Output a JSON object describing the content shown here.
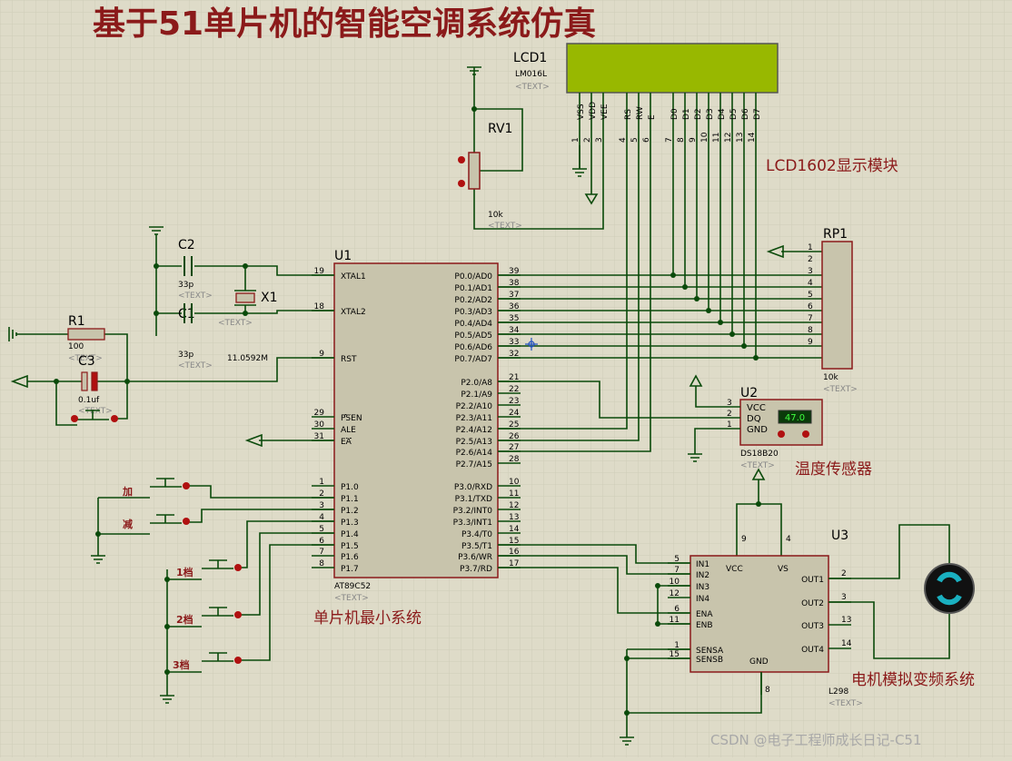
{
  "title": "基于51单片机的智能空调系统仿真",
  "section_labels": {
    "lcd": "LCD1602显示模块",
    "mcu": "单片机最小系统",
    "temp": "温度传感器",
    "motor": "电机模拟变频系统"
  },
  "watermark": "CSDN @电子工程师成长日记-C51",
  "text_placeholder": "<TEXT>",
  "lcd": {
    "ref": "LCD1",
    "model": "LM016L",
    "pins": [
      {
        "name": "VSS",
        "num": "1"
      },
      {
        "name": "VDD",
        "num": "2"
      },
      {
        "name": "VEE",
        "num": "3"
      },
      {
        "name": "RS",
        "num": "4"
      },
      {
        "name": "RW",
        "num": "5"
      },
      {
        "name": "E",
        "num": "6"
      },
      {
        "name": "D0",
        "num": "7"
      },
      {
        "name": "D1",
        "num": "8"
      },
      {
        "name": "D2",
        "num": "9"
      },
      {
        "name": "D3",
        "num": "10"
      },
      {
        "name": "D4",
        "num": "11"
      },
      {
        "name": "D5",
        "num": "12"
      },
      {
        "name": "D6",
        "num": "13"
      },
      {
        "name": "D7",
        "num": "14"
      }
    ]
  },
  "rv1": {
    "ref": "RV1",
    "value": "10k"
  },
  "rp1": {
    "ref": "RP1",
    "value": "10k",
    "pins": [
      "1",
      "2",
      "3",
      "4",
      "5",
      "6",
      "7",
      "8",
      "9"
    ]
  },
  "u1": {
    "ref": "U1",
    "model": "AT89C52",
    "left_pins": [
      {
        "num": "19",
        "name": "XTAL1"
      },
      {
        "num": "18",
        "name": "XTAL2"
      },
      {
        "num": "9",
        "name": "RST"
      },
      {
        "num": "29",
        "name": "PSEN"
      },
      {
        "num": "30",
        "name": "ALE"
      },
      {
        "num": "31",
        "name": "EA"
      },
      {
        "num": "1",
        "name": "P1.0"
      },
      {
        "num": "2",
        "name": "P1.1"
      },
      {
        "num": "3",
        "name": "P1.2"
      },
      {
        "num": "4",
        "name": "P1.3"
      },
      {
        "num": "5",
        "name": "P1.4"
      },
      {
        "num": "6",
        "name": "P1.5"
      },
      {
        "num": "7",
        "name": "P1.6"
      },
      {
        "num": "8",
        "name": "P1.7"
      }
    ],
    "right_pins": [
      {
        "num": "39",
        "name": "P0.0/AD0"
      },
      {
        "num": "38",
        "name": "P0.1/AD1"
      },
      {
        "num": "37",
        "name": "P0.2/AD2"
      },
      {
        "num": "36",
        "name": "P0.3/AD3"
      },
      {
        "num": "35",
        "name": "P0.4/AD4"
      },
      {
        "num": "34",
        "name": "P0.5/AD5"
      },
      {
        "num": "33",
        "name": "P0.6/AD6"
      },
      {
        "num": "32",
        "name": "P0.7/AD7"
      },
      {
        "num": "21",
        "name": "P2.0/A8"
      },
      {
        "num": "22",
        "name": "P2.1/A9"
      },
      {
        "num": "23",
        "name": "P2.2/A10"
      },
      {
        "num": "24",
        "name": "P2.3/A11"
      },
      {
        "num": "25",
        "name": "P2.4/A12"
      },
      {
        "num": "26",
        "name": "P2.5/A13"
      },
      {
        "num": "27",
        "name": "P2.6/A14"
      },
      {
        "num": "28",
        "name": "P2.7/A15"
      },
      {
        "num": "10",
        "name": "P3.0/RXD"
      },
      {
        "num": "11",
        "name": "P3.1/TXD"
      },
      {
        "num": "12",
        "name": "P3.2/INT0"
      },
      {
        "num": "13",
        "name": "P3.3/INT1"
      },
      {
        "num": "14",
        "name": "P3.4/T0"
      },
      {
        "num": "15",
        "name": "P3.5/T1"
      },
      {
        "num": "16",
        "name": "P3.6/WR"
      },
      {
        "num": "17",
        "name": "P3.7/RD"
      }
    ]
  },
  "c2": {
    "ref": "C2",
    "value": "33p"
  },
  "c1": {
    "ref": "C1",
    "value": "33p"
  },
  "x1": {
    "ref": "X1",
    "value": "11.0592M"
  },
  "r1": {
    "ref": "R1",
    "value": "100"
  },
  "c3": {
    "ref": "C3",
    "value": "0.1uf"
  },
  "buttons": {
    "add": "加",
    "sub": "减",
    "g1": "1档",
    "g2": "2档",
    "g3": "3档"
  },
  "u2": {
    "ref": "U2",
    "model": "DS18B20",
    "reading": "47.0",
    "pins": [
      {
        "num": "3",
        "name": "VCC"
      },
      {
        "num": "2",
        "name": "DQ"
      },
      {
        "num": "1",
        "name": "GND"
      }
    ]
  },
  "u3": {
    "ref": "U3",
    "model": "L298",
    "top_pins": [
      {
        "num": "9",
        "name": "VCC"
      },
      {
        "num": "4",
        "name": "VS"
      }
    ],
    "left_pins": [
      {
        "num": "5",
        "name": "IN1"
      },
      {
        "num": "7",
        "name": "IN2"
      },
      {
        "num": "10",
        "name": "IN3"
      },
      {
        "num": "12",
        "name": "IN4"
      },
      {
        "num": "6",
        "name": "ENA"
      },
      {
        "num": "11",
        "name": "ENB"
      },
      {
        "num": "1",
        "name": "SENSA"
      },
      {
        "num": "15",
        "name": "SENSB"
      }
    ],
    "right_pins": [
      {
        "num": "2",
        "name": "OUT1"
      },
      {
        "num": "3",
        "name": "OUT2"
      },
      {
        "num": "13",
        "name": "OUT3"
      },
      {
        "num": "14",
        "name": "OUT4"
      }
    ],
    "gnd_pin": {
      "num": "8",
      "name": "GND"
    }
  },
  "colors": {
    "background": "#dedbc8",
    "grid": "#cfccb8",
    "wire": "#0a4a0a",
    "component_outline": "#8b1a1a",
    "chip_fill": "#c8c4ac",
    "lcd_screen": "#98b800",
    "section_label": "#8b1a1a",
    "title": "#8b1a1a"
  }
}
